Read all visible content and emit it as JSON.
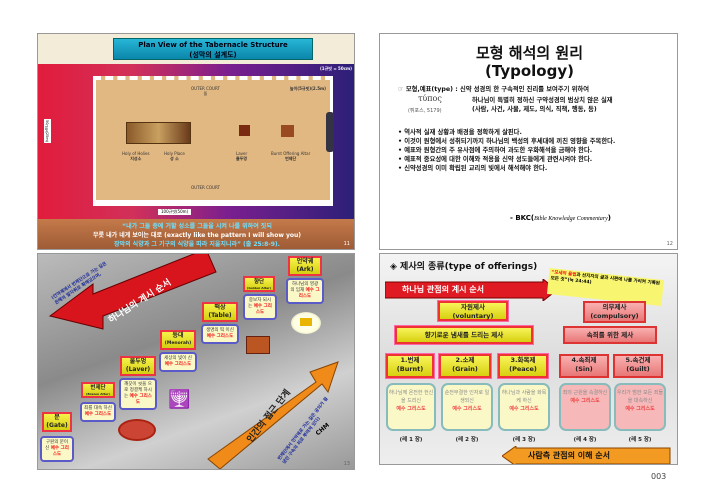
{
  "slide1": {
    "title": "Plan View of the Tabernacle Structure",
    "subtitle": "(성막의 설계도)",
    "scale": "(1규빗 = 50cm)",
    "outer_court_top": "OUTER COURT",
    "outer_court_top_ko": "뜰",
    "outer_court_bottom": "OUTER COURT",
    "height_label": "높이(5규빗)(2.5m)",
    "width_label": "100규빗(50m)",
    "side_label": "50규빗(25m)",
    "gate_label": "문",
    "items": [
      {
        "en": "Holy of Holies",
        "ko": "지성소"
      },
      {
        "en": "Holy Place",
        "ko": "성 소"
      },
      {
        "en": "Laver",
        "ko": "물두멍"
      },
      {
        "en": "Burnt Offering Altar",
        "ko": "번제단"
      }
    ],
    "quote_line1": "“내가 그들 중에 거할 성소를 그들을 시켜 나를 위하여 짓되",
    "quote_line2": "무릇 내가 네게 보이는 대로 (exactly like the pattern I will show you)",
    "quote_line3": "장막의 식양과 그 기구의 식양을 따라 지을지니라” (출 25:8-9).",
    "page": "11"
  },
  "slide2": {
    "title": "모형 해석의 원리",
    "title_en": "(Typology)",
    "def_label": "☞ 모형,예표(type) :",
    "def_line1": "신약 성경의 한 구속적인 진리를 보여주기 위하여",
    "def_line2": "하나님이 특별히 정하신 구약성경의 범상치 않은 실재",
    "def_line3": "(사람, 사건, 사물, 제도, 의식, 직책, 행동, 등)",
    "greek": "τύπος",
    "greek_ref": "(튀포스, 5179)",
    "bullets": [
      "역사적 실재 상황과 배경을 정확하게 살핀다.",
      "이것이 원형에서 성취되기까지 하나님의 백성의 후세대에 끼친 영향을 주목한다.",
      "예표와 원형간의 주 유사점에 주의하여 과도한 우화해석을 금해야 한다.",
      "예표적 중요성에 대한 이해와 적용을 신약 성도들에게 관련시켜야 한다.",
      "신약성경의 이미 확립된 교리의 빛에서 해석해야 한다."
    ],
    "source": "- BKC(",
    "source_italic": "Bible Knowledge Commentary",
    "source_end": ")",
    "page": "12"
  },
  "slide3": {
    "arrow_red": "하나님의 계시 순서",
    "arrow_red_note": "(언약궤에서 번제단으로 가는 길은 은혜의 발자취로 확해있으며,",
    "arrow_orange": "인간의 접근 단계",
    "arrow_orange_note": "번제단에서 언약궤로 가는 길은 공의가 절냈던 구속의 피로 뿌려져 있다)",
    "credit": "CHM",
    "stations": [
      {
        "ko": "문",
        "en": "(Gate)",
        "desc": "구원의 문이 신",
        "jesus": "예수 그리스도"
      },
      {
        "ko": "번제단",
        "en": "(Brazen Altar)",
        "desc": "죄를 대속 하신",
        "jesus": "예수 그리스도"
      },
      {
        "ko": "물두멍",
        "en": "(Laver)",
        "desc": "깨끗이 씻을 으로 정결케 하시는",
        "jesus": "예수 그리스도"
      },
      {
        "ko": "등대",
        "en": "(Menorah)",
        "desc": "세상의 빛이 신",
        "jesus": "예수 그리스도"
      },
      {
        "ko": "떡상",
        "en": "(Table)",
        "desc": "생명의 떡 이신",
        "jesus": "예수 그리스도"
      },
      {
        "ko": "향단",
        "en": "(Golden Altar)",
        "desc": "중보자 되시는",
        "jesus": "예수 그리스도"
      },
      {
        "ko": "언약궤",
        "en": "(Ark)",
        "desc": "하나님의 영광의 임재",
        "jesus": "예수 그리스도"
      }
    ],
    "page": "13"
  },
  "slide4": {
    "title": "◈ 제사의 종류(type of offerings)",
    "arrow_red": "하나님 관점의 계시 순서",
    "sticky_red": "“모세의 율법",
    "sticky_rest": "과 선지자의 글과 시편에 나를 가리켜 기록된 모든 것”(눅 24:44)",
    "voluntary": "자원제사",
    "voluntary_en": "(voluntary)",
    "compulsory": "의무제사",
    "compulsory_en": "(compulsory)",
    "fragrant": "향기로운 냄새를 드리는 제사",
    "atonement": "속죄를 위한 제사",
    "offerings": [
      {
        "name": "1.번제",
        "en": "(Burnt)",
        "desc": "하나님께 온전한 헌신을 드리신",
        "jesus": "예수 그리스도",
        "ref": "(레 1 장)"
      },
      {
        "name": "2.소제",
        "en": "(Grain)",
        "desc": "순전무결한 인자로 일생되신",
        "jesus": "예수 그리스도",
        "ref": "(레 2 장)"
      },
      {
        "name": "3.화목제",
        "en": "(Peace)",
        "desc": "하나님과 사람을 화목케 하신",
        "jesus": "예수 그리스도",
        "ref": "(레 3 장)"
      },
      {
        "name": "4.속죄제",
        "en": "(Sin)",
        "desc": "죄의 근원을 속결하신",
        "jesus": "예수 그리스도",
        "ref": "(레 4 장)"
      },
      {
        "name": "5.속건제",
        "en": "(Guilt)",
        "desc": "우리가 범한 모든 죄들을 대속하신",
        "jesus": "예수 그리스도",
        "ref": "(레 5 장)"
      }
    ],
    "arrow_orange": "사람측 관점의 이해 순서",
    "page": "14"
  },
  "page_number": "003"
}
